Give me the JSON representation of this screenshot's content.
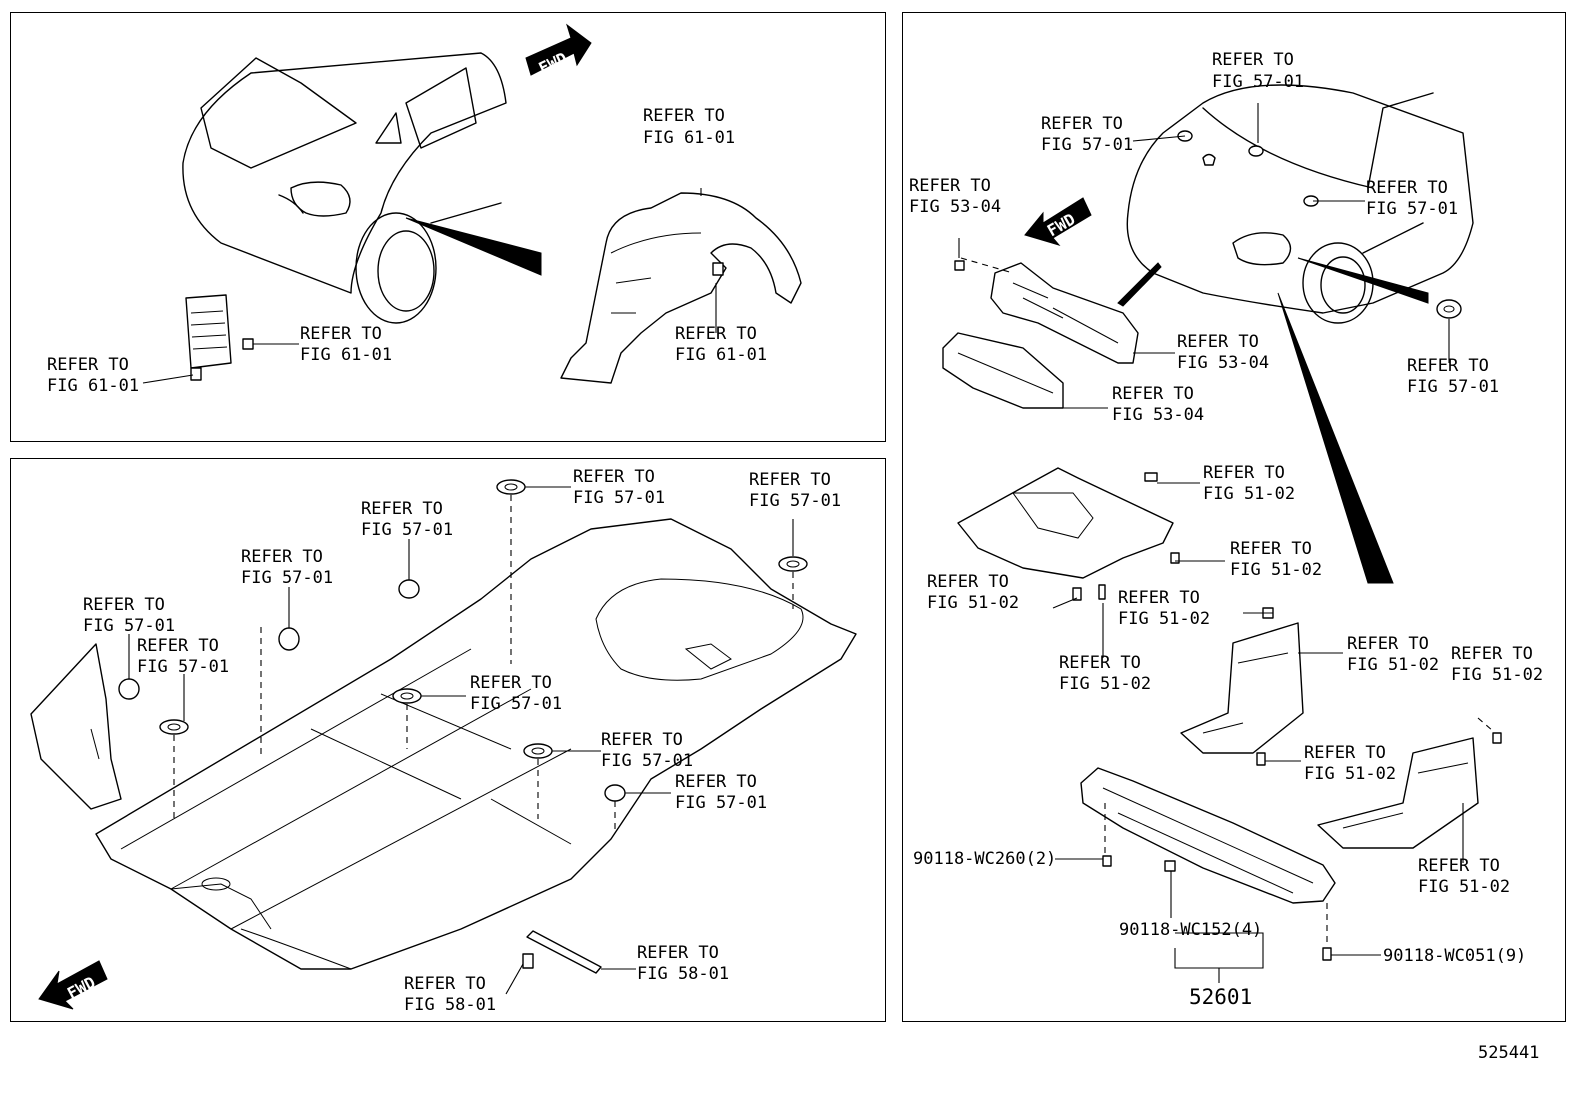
{
  "diagram_id": "525441",
  "fwd_label": "FWD",
  "panels": {
    "top_left": {
      "labels": [
        {
          "line1": "REFER TO",
          "line2": "FIG 61-01"
        },
        {
          "line1": "REFER TO",
          "line2": "FIG 61-01"
        },
        {
          "line1": "REFER TO",
          "line2": "FIG 61-01"
        },
        {
          "line1": "REFER TO",
          "line2": "FIG 61-01"
        }
      ]
    },
    "bottom_left": {
      "labels": [
        {
          "line1": "REFER TO",
          "line2": "FIG 57-01"
        },
        {
          "line1": "REFER TO",
          "line2": "FIG 57-01"
        },
        {
          "line1": "REFER TO",
          "line2": "FIG 57-01"
        },
        {
          "line1": "REFER TO",
          "line2": "FIG 57-01"
        },
        {
          "line1": "REFER TO",
          "line2": "FIG 57-01"
        },
        {
          "line1": "REFER TO",
          "line2": "FIG 57-01"
        },
        {
          "line1": "REFER TO",
          "line2": "FIG 57-01"
        },
        {
          "line1": "REFER TO",
          "line2": "FIG 57-01"
        },
        {
          "line1": "REFER TO",
          "line2": "FIG 57-01"
        },
        {
          "line1": "REFER TO",
          "line2": "FIG 58-01"
        },
        {
          "line1": "REFER TO",
          "line2": "FIG 58-01"
        }
      ]
    },
    "right": {
      "labels": [
        {
          "line1": "REFER TO",
          "line2": "FIG 57-01"
        },
        {
          "line1": "REFER TO",
          "line2": "FIG 57-01"
        },
        {
          "line1": "REFER TO",
          "line2": "FIG 53-04"
        },
        {
          "line1": "REFER TO",
          "line2": "FIG 57-01"
        },
        {
          "line1": "REFER TO",
          "line2": "FIG 57-01"
        },
        {
          "line1": "REFER TO",
          "line2": "FIG 53-04"
        },
        {
          "line1": "REFER TO",
          "line2": "FIG 53-04"
        },
        {
          "line1": "REFER TO",
          "line2": "FIG 51-02"
        },
        {
          "line1": "REFER TO",
          "line2": "FIG 51-02"
        },
        {
          "line1": "REFER TO",
          "line2": "FIG 51-02"
        },
        {
          "line1": "REFER TO",
          "line2": "FIG 51-02"
        },
        {
          "line1": "REFER TO",
          "line2": "FIG 51-02"
        },
        {
          "line1": "REFER TO",
          "line2": "FIG 51-02"
        },
        {
          "line1": "REFER TO",
          "line2": "FIG 51-02"
        },
        {
          "line1": "REFER TO",
          "line2": "FIG 51-02"
        },
        {
          "line1": "REFER TO",
          "line2": "FIG 51-02"
        }
      ],
      "part_numbers": {
        "bolt_a": "90118-WC260(2)",
        "clip_b": "90118-WC152(4)",
        "bolt_c": "90118-WC051(9)",
        "assembly": "52601"
      }
    }
  }
}
